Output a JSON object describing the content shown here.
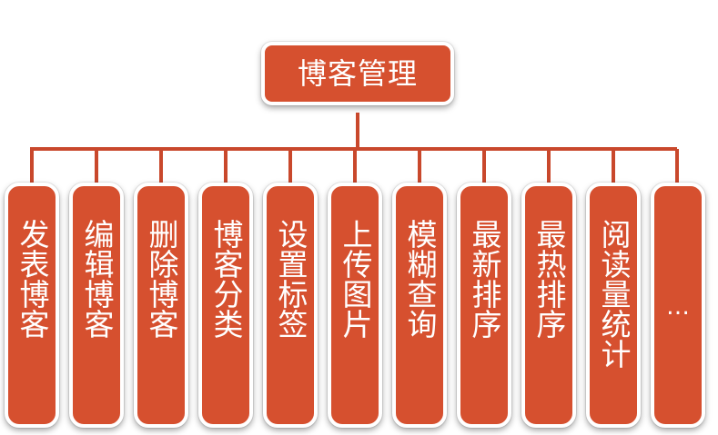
{
  "root": {
    "label": "博客管理"
  },
  "children": [
    {
      "label": "发表博客"
    },
    {
      "label": "编辑博客"
    },
    {
      "label": "删除博客"
    },
    {
      "label": "博客分类"
    },
    {
      "label": "设置标签"
    },
    {
      "label": "上传图片"
    },
    {
      "label": "模糊查询"
    },
    {
      "label": "最新排序"
    },
    {
      "label": "最热排序"
    },
    {
      "label": "阅读量统计"
    },
    {
      "label": "…"
    }
  ],
  "colors": {
    "box_fill": "#d6502f",
    "connector": "#c9482c",
    "text": "#ffffff"
  }
}
